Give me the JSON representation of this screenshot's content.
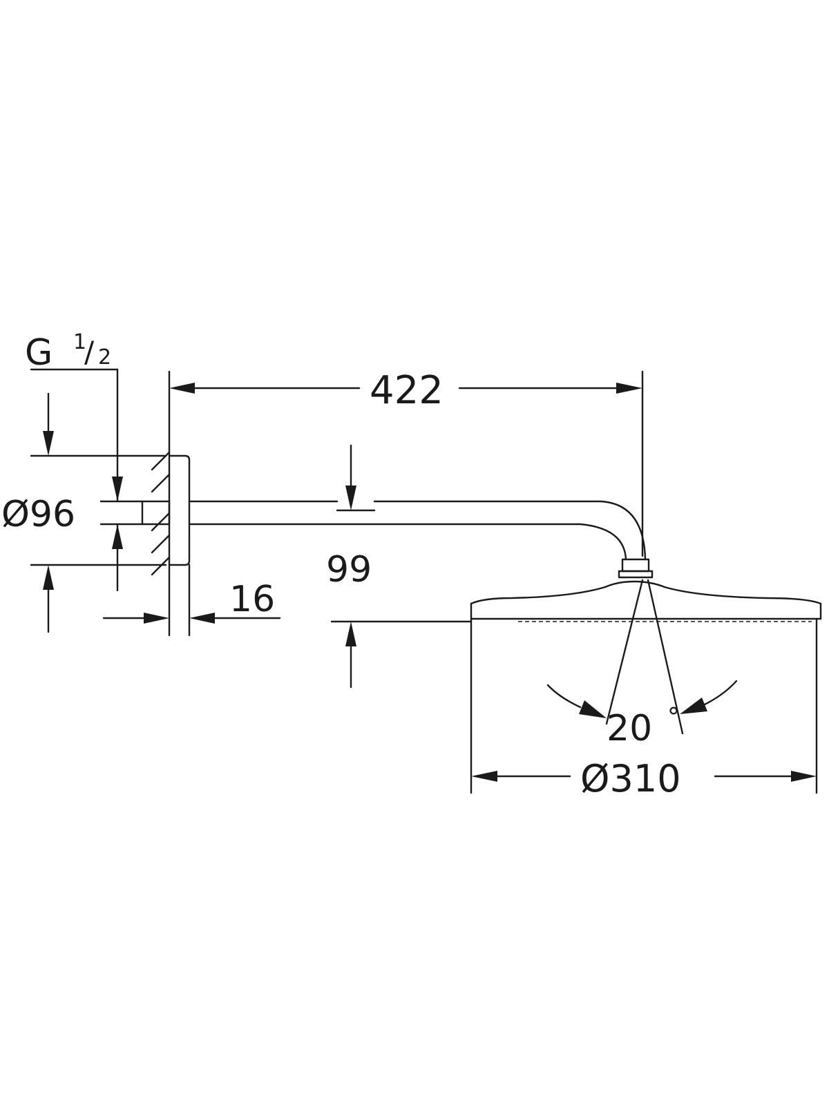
{
  "diagram": {
    "colors": {
      "line": "#1a1a1a",
      "background": "#ffffff"
    },
    "labels": {
      "thread": "G",
      "thread_num": "1",
      "thread_slash": "/",
      "thread_den": "2",
      "flange_diameter": "Ø96",
      "arm_length": "422",
      "arm_height": "99",
      "flange_depth": "16",
      "swivel_angle": "20",
      "angle_symbol": "°",
      "head_diameter": "Ø310"
    }
  }
}
